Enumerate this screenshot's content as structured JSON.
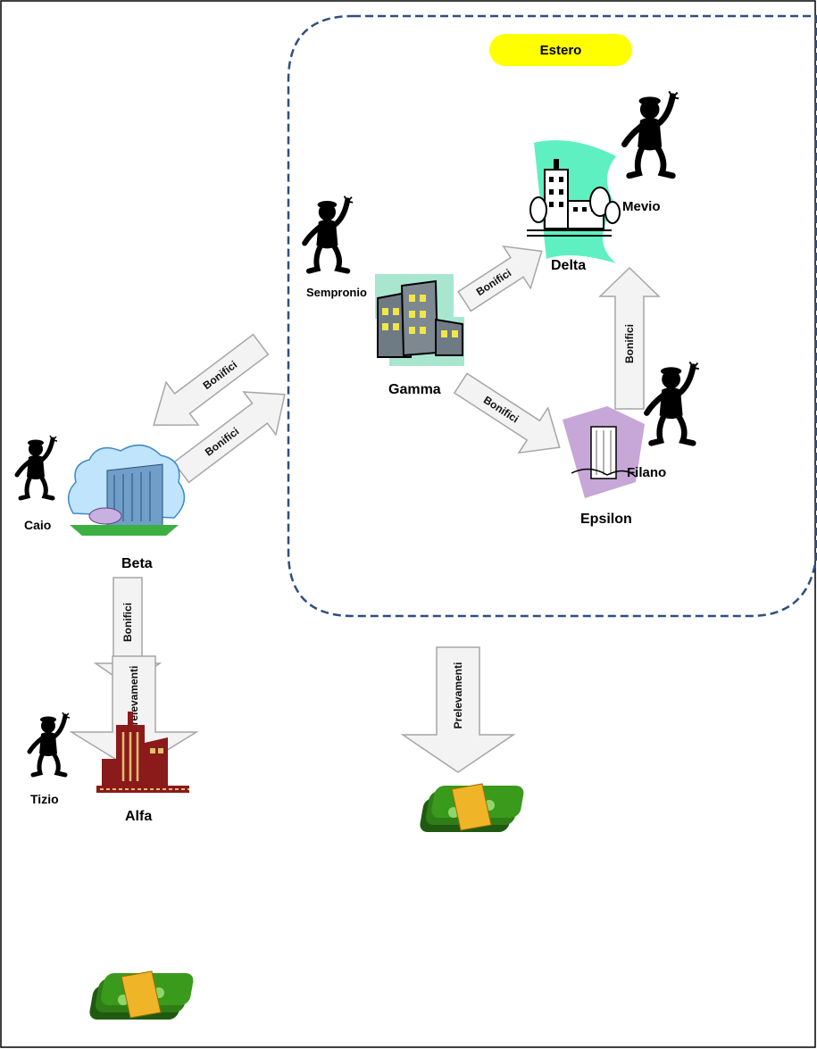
{
  "region": {
    "label": "Estero"
  },
  "companies": {
    "alfa": "Alfa",
    "beta": "Beta",
    "gamma": "Gamma",
    "delta": "Delta",
    "epsilon": "Epsilon"
  },
  "persons": {
    "tizio": "Tizio",
    "caio": "Caio",
    "sempronio": "Sempronio",
    "mevio": "Mevio",
    "filano": "Filano"
  },
  "flows": {
    "transfer": "Bonifici",
    "withdrawal": "Prelevamenti"
  },
  "colors": {
    "region_border": "#2f4f7f",
    "badge": "#ffff00",
    "arrow_fill": "#f3f3f3",
    "money": "#2e7d16",
    "band": "#f0b429"
  }
}
